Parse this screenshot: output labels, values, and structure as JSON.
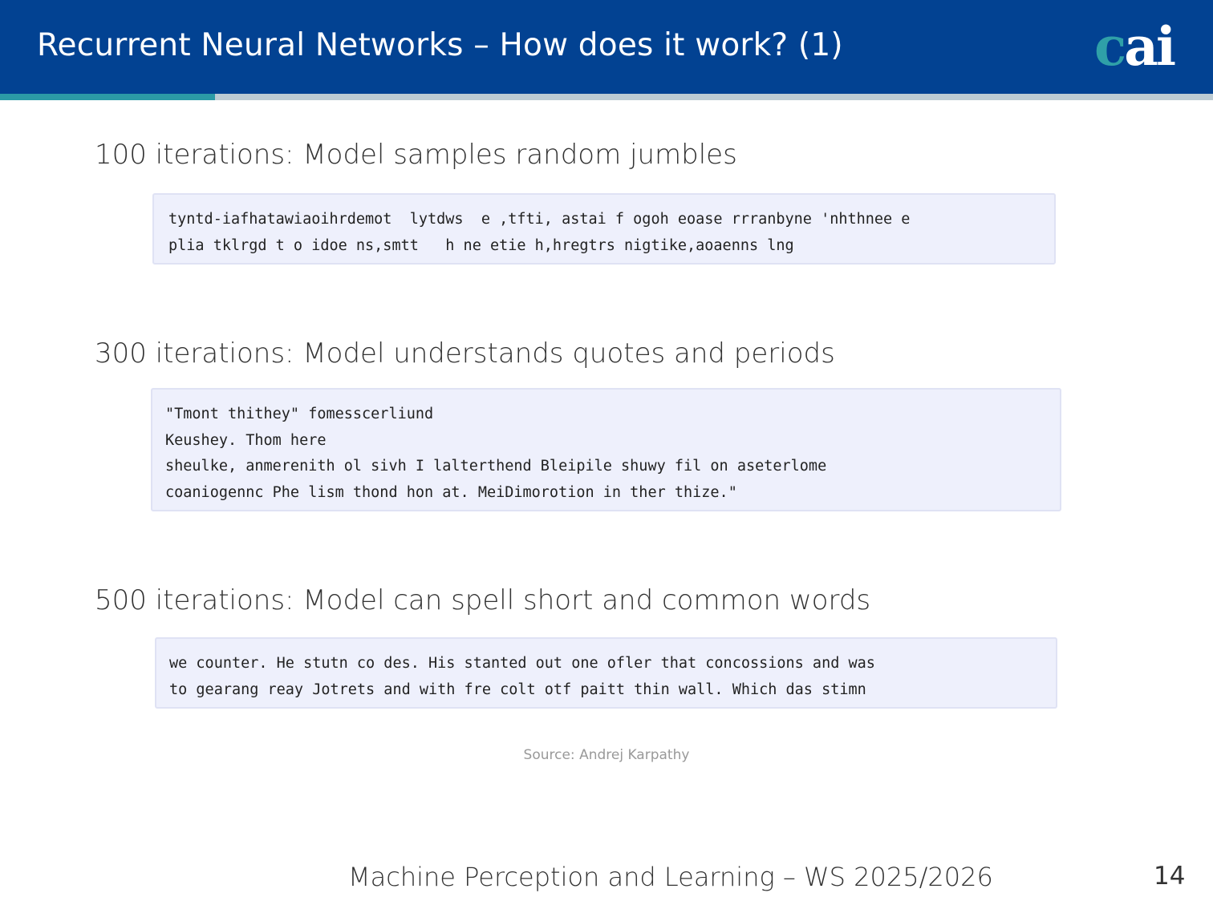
{
  "header": {
    "title": "Recurrent Neural Networks – How does it work? (1)",
    "logo_text": "cai"
  },
  "colors": {
    "header_bg": "#024292",
    "accent_teal": "#2b9aa6",
    "code_bg": "#eef0fc"
  },
  "sections": [
    {
      "heading": "100 iterations: Model samples random jumbles",
      "lines": [
        "tyntd-iafhatawiaoihrdemot  lytdws  e ,tfti, astai f ogoh eoase rrranbyne 'nhthnee e",
        "plia tklrgd t o idoe ns,smtt   h ne etie h,hregtrs nigtike,aoaenns lng"
      ]
    },
    {
      "heading": "300 iterations: Model understands quotes and periods",
      "lines": [
        "\"Tmont thithey\" fomesscerliund",
        "Keushey. Thom here",
        "sheulke, anmerenith ol sivh I lalterthend Bleipile shuwy fil on aseterlome",
        "coaniogennc Phe lism thond hon at. MeiDimorotion in ther thize.\""
      ]
    },
    {
      "heading": "500 iterations: Model can spell short and common words",
      "lines": [
        "we counter. He stutn co des. His stanted out one ofler that concossions and was",
        "to gearang reay Jotrets and with fre colt otf paitt thin wall. Which das stimn"
      ]
    }
  ],
  "source": "Source: Andrej Karpathy",
  "footer": {
    "course": "Machine Perception and Learning – WS 2025/2026",
    "page": "14"
  }
}
